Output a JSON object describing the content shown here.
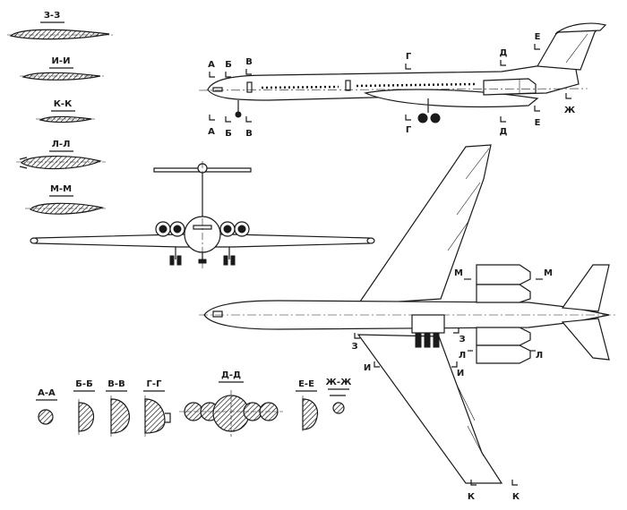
{
  "profile_sections": [
    {
      "label": "З-З"
    },
    {
      "label": "И-И"
    },
    {
      "label": "К-К"
    },
    {
      "label": "Л-Л"
    },
    {
      "label": "М-М"
    }
  ],
  "fuselage_sections": [
    {
      "label": "А-А"
    },
    {
      "label": "Б-Б"
    },
    {
      "label": "В-В"
    },
    {
      "label": "Г-Г"
    },
    {
      "label": "Д-Д"
    },
    {
      "label": "Е-Е"
    },
    {
      "label": "Ж-Ж"
    }
  ],
  "side_view_marks": {
    "a": "А",
    "b": "Б",
    "v": "В",
    "g": "Г",
    "d": "Д",
    "e": "Е",
    "zh": "Ж"
  },
  "top_view_marks": {
    "z": "З",
    "i": "И",
    "k": "К",
    "l": "Л",
    "m": "М"
  }
}
